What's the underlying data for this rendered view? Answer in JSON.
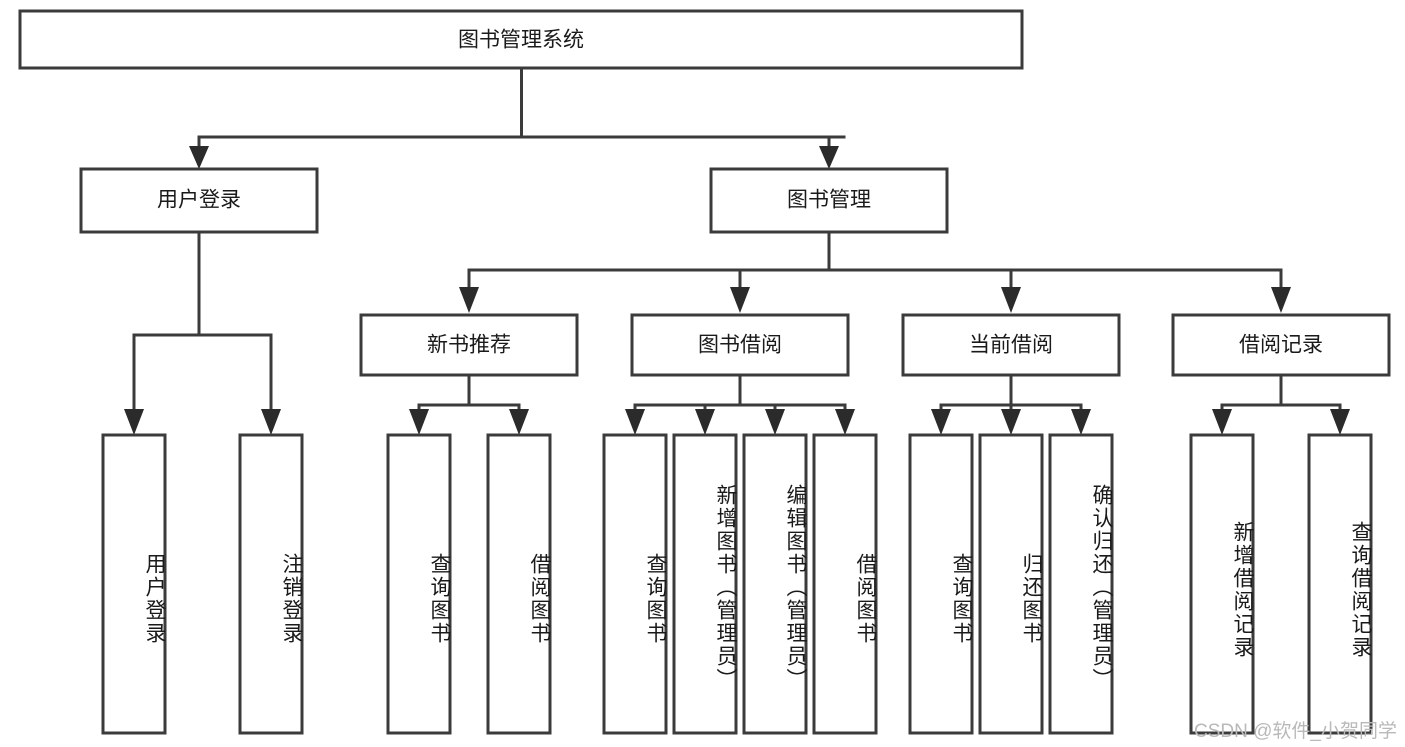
{
  "diagram": {
    "title": "图书管理系统",
    "type": "tree",
    "watermark": "CSDN @软件_小贺同学",
    "colors": {
      "box_stroke": "#3b3b3b",
      "box_fill": "#ffffff",
      "connector": "#3b3b3b",
      "text": "#1a1a1a",
      "watermark": "#b9b9b9",
      "background": "#ffffff"
    },
    "root": {
      "label": "图书管理系统"
    },
    "level2": [
      {
        "label": "用户登录"
      },
      {
        "label": "图书管理"
      }
    ],
    "level3": [
      {
        "label": "新书推荐"
      },
      {
        "label": "图书借阅"
      },
      {
        "label": "当前借阅"
      },
      {
        "label": "借阅记录"
      }
    ],
    "leaves": {
      "user_login": [
        {
          "label": "用户登录"
        },
        {
          "label": "注销登录"
        }
      ],
      "new_book_recommend": [
        {
          "label": "查询图书"
        },
        {
          "label": "借阅图书"
        }
      ],
      "book_borrow": [
        {
          "label": "查询图书"
        },
        {
          "label": "新增图书（管理员）"
        },
        {
          "label": "编辑图书（管理员）"
        },
        {
          "label": "借阅图书"
        }
      ],
      "current_borrow": [
        {
          "label": "查询图书"
        },
        {
          "label": "归还图书"
        },
        {
          "label": "确认归还（管理员）"
        }
      ],
      "borrow_record": [
        {
          "label": "新增借阅记录"
        },
        {
          "label": "查询借阅记录"
        }
      ]
    }
  }
}
